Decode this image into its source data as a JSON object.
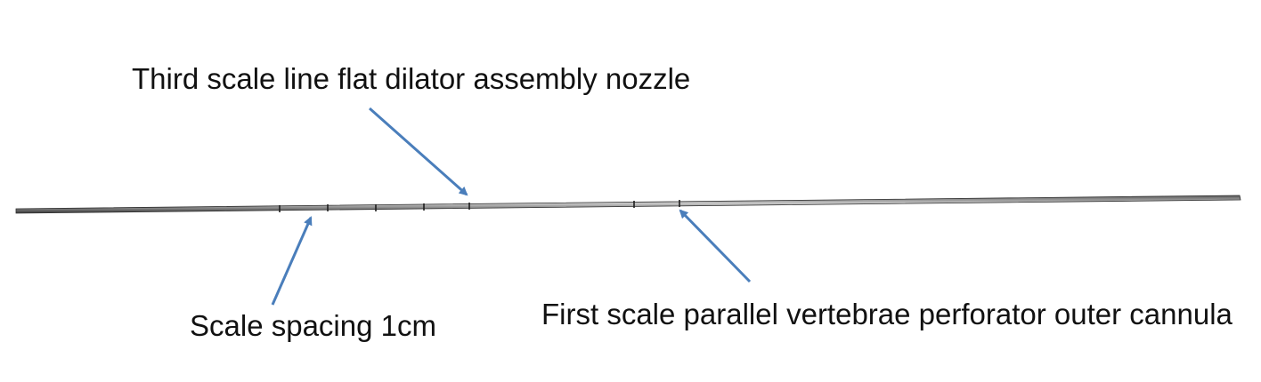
{
  "labels": {
    "third_scale": "Third scale line flat dilator assembly nozzle",
    "scale_spacing": "Scale spacing 1cm",
    "first_scale": "First scale parallel vertebrae perforator outer cannula"
  },
  "colors": {
    "arrow": "#4a7ebb",
    "rod_dark": "#3a3a3a",
    "rod_light": "#9a9a9a",
    "text": "#111111"
  }
}
